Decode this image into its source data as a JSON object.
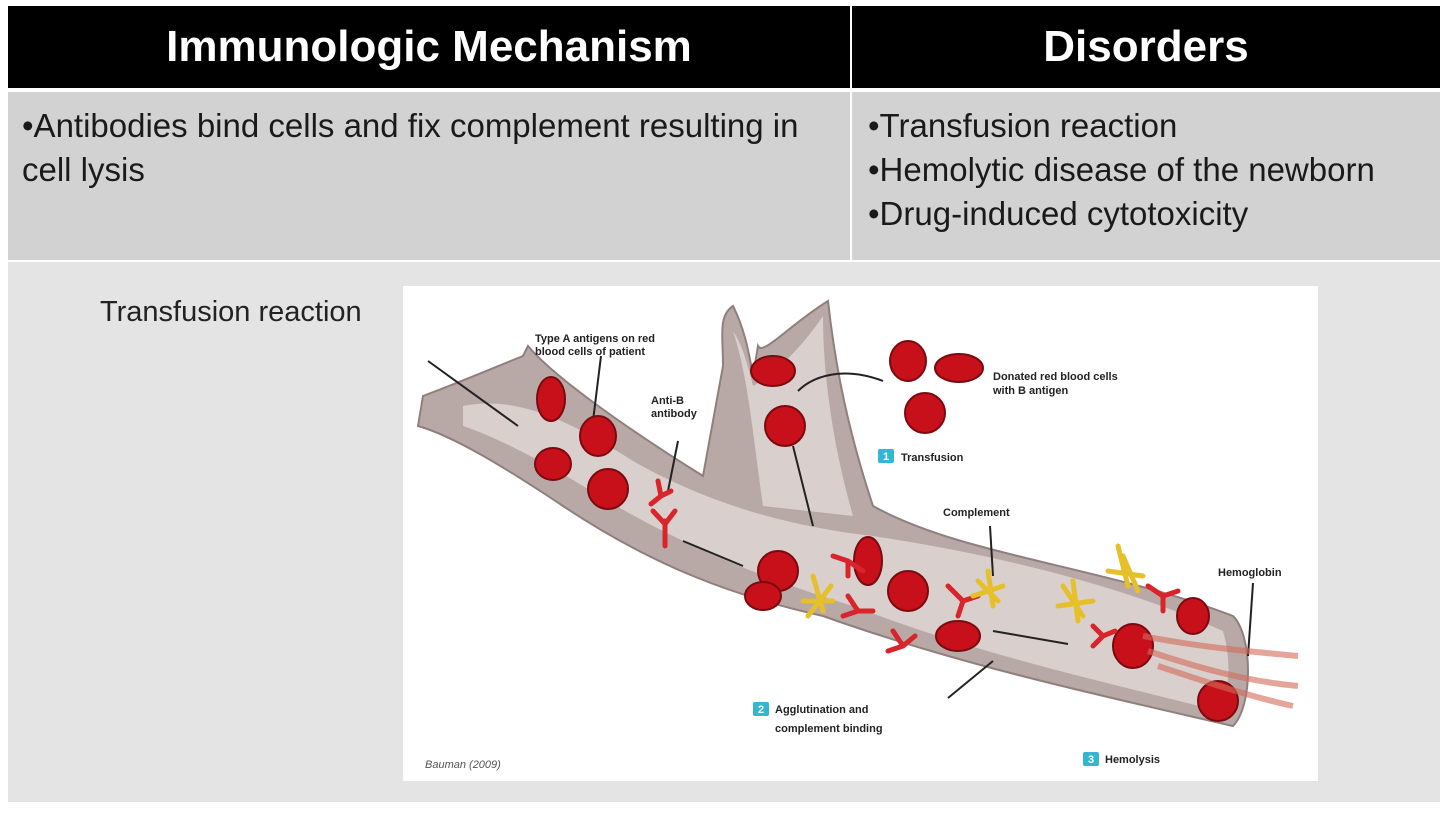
{
  "header": {
    "mechanism_title": "Immunologic Mechanism",
    "disorders_title": "Disorders"
  },
  "mechanism": {
    "text": "•Antibodies bind cells and fix complement resulting in cell lysis"
  },
  "disorders": {
    "items": [
      "•Transfusion reaction",
      "•Hemolytic disease of the newborn",
      "•Drug-induced cytotoxicity"
    ]
  },
  "figure": {
    "caption": "Transfusion reaction",
    "labels": {
      "type_a_line1": "Type A antigens on red",
      "type_a_line2": "blood cells of patient",
      "anti_b_line1": "Anti-B",
      "anti_b_line2": "antibody",
      "donated_line1": "Donated red blood cells",
      "donated_line2": "with B antigen",
      "step1_num": "1",
      "step1": "Transfusion",
      "complement": "Complement",
      "hemoglobin": "Hemoglobin",
      "step2_num": "2",
      "step2_line1": "Agglutination and",
      "step2_line2": "complement binding",
      "step3_num": "3",
      "step3": "Hemolysis",
      "source": "Bauman (2009)"
    },
    "colors": {
      "vessel": "#b8a9a7",
      "vessel_inner": "#d9cfcc",
      "rbc": "#c8101a",
      "antibody": "#d8242a",
      "complement": "#e6c02a",
      "step_badge": "#35b6d0"
    }
  }
}
